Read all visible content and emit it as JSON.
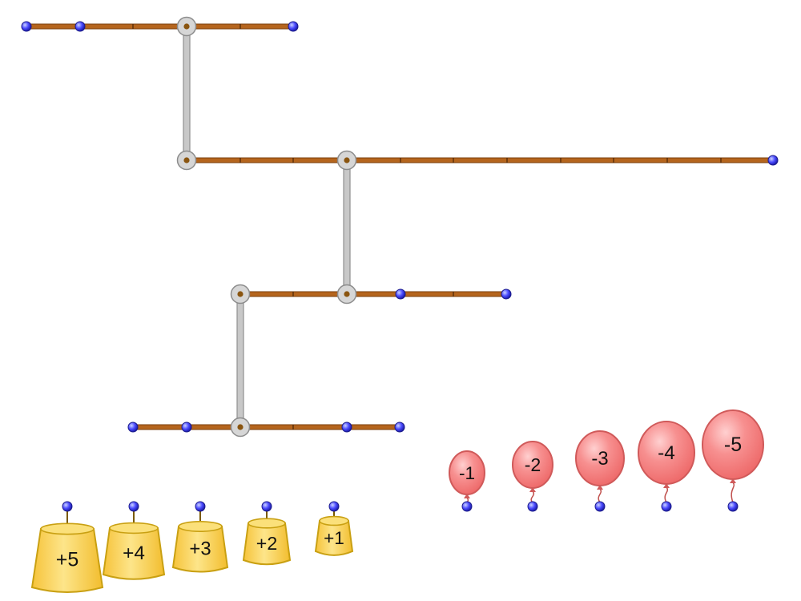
{
  "colors": {
    "rod": "#b5651d",
    "pivot": "#d6d6d6",
    "hook": "#4b4bff",
    "weight_fill": "#f9d45a",
    "weight_stroke": "#c9a012",
    "balloon_fill": "#f47c7c",
    "balloon_stroke": "#d05a5a"
  },
  "weights": [
    {
      "label": "+5",
      "value": 5
    },
    {
      "label": "+4",
      "value": 4
    },
    {
      "label": "+3",
      "value": 3
    },
    {
      "label": "+2",
      "value": 2
    },
    {
      "label": "+1",
      "value": 1
    }
  ],
  "balloons": [
    {
      "label": "-1",
      "value": -1
    },
    {
      "label": "-2",
      "value": -2
    },
    {
      "label": "-3",
      "value": -3
    },
    {
      "label": "-4",
      "value": -4
    },
    {
      "label": "-5",
      "value": -5
    }
  ]
}
